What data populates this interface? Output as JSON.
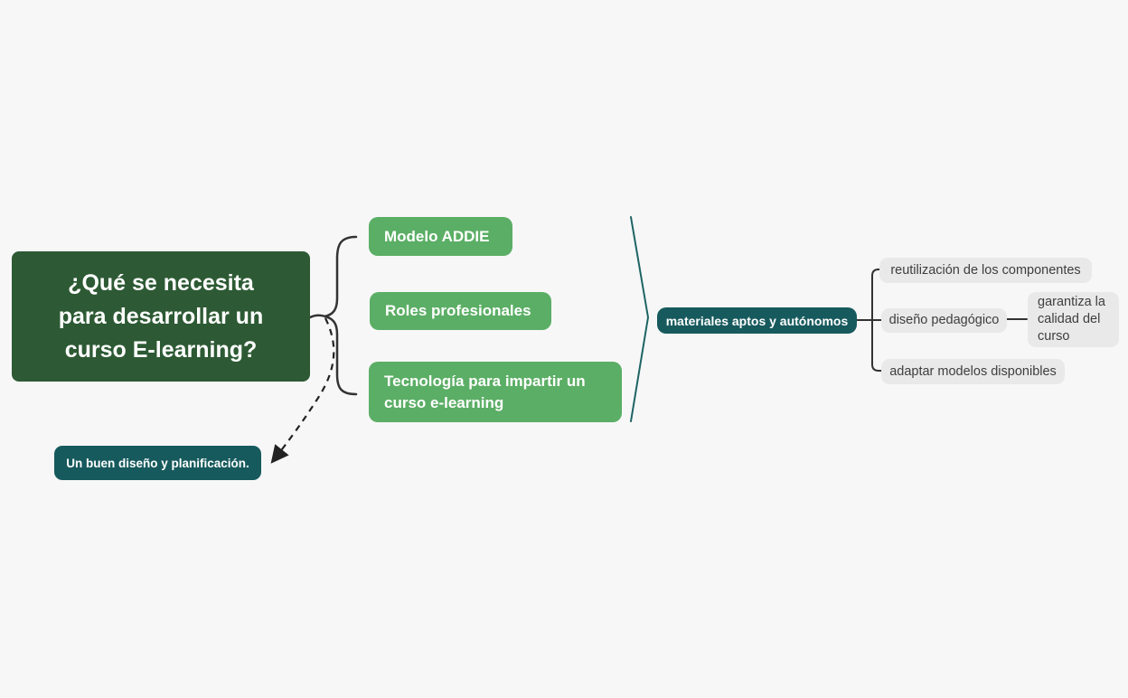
{
  "nodes": {
    "root": {
      "label": "¿Qué se necesita\npara desarrollar un\ncurso E-learning?"
    },
    "modelo_addie": {
      "label": "Modelo ADDIE"
    },
    "roles_profesionales": {
      "label": "Roles profesionales"
    },
    "tecnologia": {
      "label": "Tecnología para impartir un\ncurso e-learning"
    },
    "materiales": {
      "label": "materiales aptos y autónomos"
    },
    "reutilizacion": {
      "label": "reutilización de los componentes"
    },
    "diseno_pedagogico": {
      "label": "diseño pedagógico"
    },
    "garantiza": {
      "label": "garantiza la\ncalidad del\ncurso"
    },
    "adaptar": {
      "label": "adaptar modelos disponibles"
    },
    "buen_diseno": {
      "label": "Un buen diseño y planificación."
    }
  },
  "colors": {
    "background": "#f7f7f8",
    "root_bg": "#2d5a34",
    "branch_bg": "#5bae65",
    "teal_bg": "#175a5d",
    "teal_connector": "#1e6464",
    "gray_bg": "#e9e9e9",
    "gray_text": "#3e3e3e",
    "connector": "#333333",
    "node_text_light": "#ffffff"
  }
}
